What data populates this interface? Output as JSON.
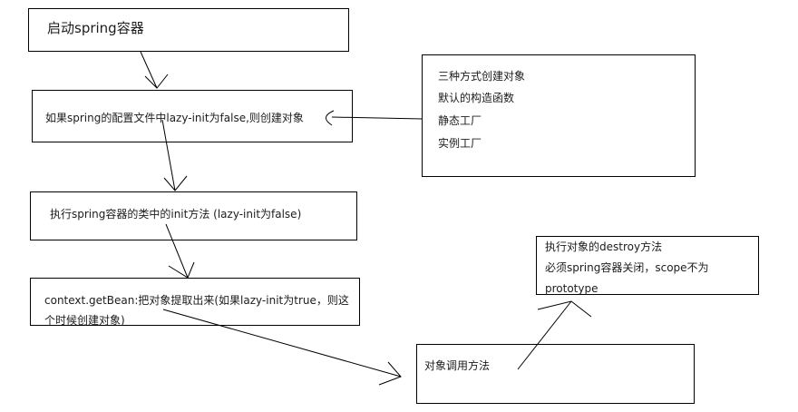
{
  "nodes": {
    "start": {
      "text": "启动spring容器"
    },
    "create": {
      "text": "如果spring的配置文件中lazy-init为false,则创建对象"
    },
    "ways": {
      "lines": [
        "三种方式创建对象",
        "默认的构造函数",
        "静态工厂",
        "实例工厂"
      ]
    },
    "init": {
      "text": "执行spring容器的类中的init方法  (lazy-init为false)"
    },
    "getbean": {
      "line1": "context.getBean:把对象提取出来(如果lazy-init为true，则这",
      "line2": "个时候创建对象)"
    },
    "destroy": {
      "lines": [
        "执行对象的destroy方法",
        "必须spring容器关闭，scope不为",
        "prototype"
      ]
    },
    "call": {
      "text": "对象调用方法"
    }
  }
}
